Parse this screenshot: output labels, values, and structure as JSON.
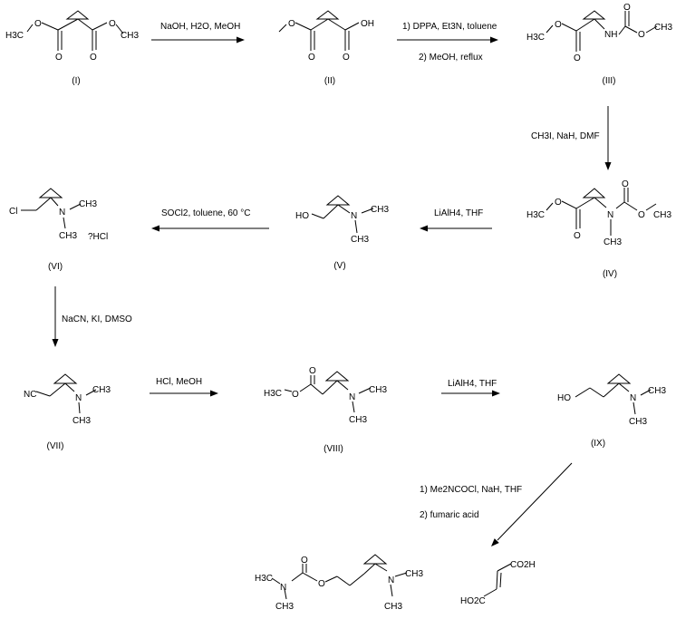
{
  "scheme": {
    "title": "Synthesis route to a cyclopropylethyl dimethylcarbamate fumarate",
    "colors": {
      "ink": "#000000",
      "background": "#ffffff"
    },
    "atoms": {
      "h3c": "H3C",
      "ch3": "CH3",
      "o": "O",
      "oh": "OH",
      "nh": "NH",
      "n": "N",
      "ho": "HO",
      "cl": "Cl",
      "nc": "NC",
      "hcl": "?HCl",
      "co2h": "CO2H",
      "ho2c": "HO2C"
    },
    "compounds": [
      {
        "id": "I",
        "label": "(I)"
      },
      {
        "id": "II",
        "label": "(II)"
      },
      {
        "id": "III",
        "label": "(III)"
      },
      {
        "id": "IV",
        "label": "(IV)"
      },
      {
        "id": "V",
        "label": "(V)"
      },
      {
        "id": "VI",
        "label": "(VI)"
      },
      {
        "id": "VII",
        "label": "(VII)"
      },
      {
        "id": "VIII",
        "label": "(VIII)"
      },
      {
        "id": "IX",
        "label": "(IX)"
      }
    ],
    "steps": [
      {
        "from": "I",
        "to": "II",
        "lines": [
          "NaOH, H2O, MeOH"
        ]
      },
      {
        "from": "II",
        "to": "III",
        "lines": [
          "1) DPPA, Et3N, toluene",
          "2) MeOH, reflux"
        ]
      },
      {
        "from": "III",
        "to": "IV",
        "lines": [
          "CH3I, NaH, DMF"
        ]
      },
      {
        "from": "IV",
        "to": "V",
        "lines": [
          "LiAlH4, THF"
        ]
      },
      {
        "from": "V",
        "to": "VI",
        "lines": [
          "SOCl2, toluene, 60 °C"
        ]
      },
      {
        "from": "VI",
        "to": "VII",
        "lines": [
          "NaCN, KI, DMSO"
        ]
      },
      {
        "from": "VII",
        "to": "VIII",
        "lines": [
          "HCl, MeOH"
        ]
      },
      {
        "from": "VIII",
        "to": "IX",
        "lines": [
          "LiAlH4, THF"
        ]
      },
      {
        "from": "IX",
        "to": "product",
        "lines": [
          "1) Me2NCOCl, NaH, THF",
          "2) fumaric acid"
        ]
      }
    ]
  }
}
